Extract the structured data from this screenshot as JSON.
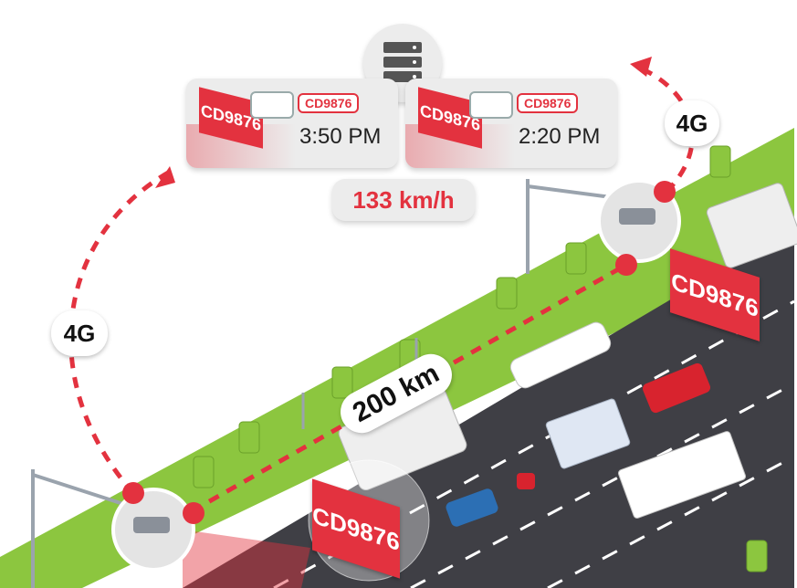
{
  "cards": [
    {
      "plate": "CD9876",
      "time": "3:50 PM"
    },
    {
      "plate": "CD9876",
      "time": "2:20 PM"
    }
  ],
  "speed": "133 km/h",
  "distance": "200 km",
  "network_left": "4G",
  "network_right": "4G",
  "plate_roadside_right": "CD9876",
  "plate_roadside_left": "CD9876",
  "colors": {
    "accent": "#e3323f",
    "grass": "#8cc63f",
    "road": "#3f3f45",
    "card": "#ececec"
  }
}
